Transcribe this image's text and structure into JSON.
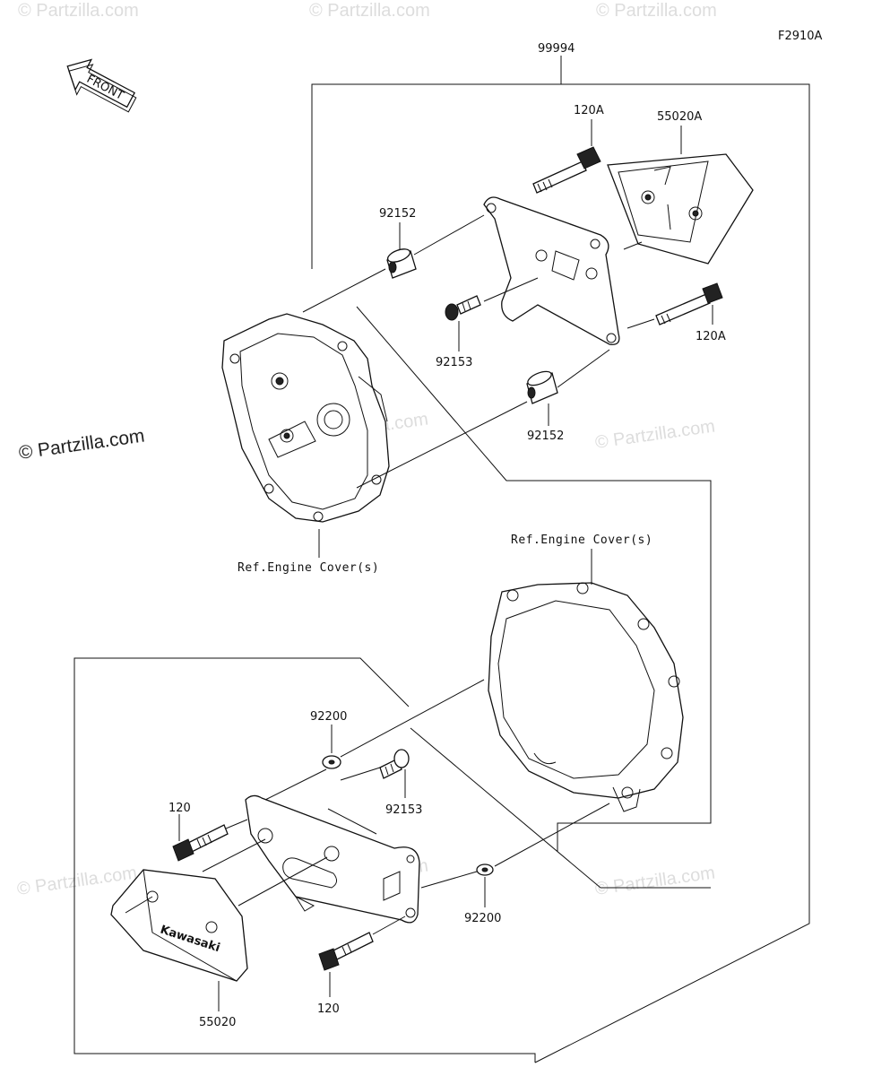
{
  "diagram": {
    "figure_id": "F2910A",
    "front_label": "FRONT",
    "labels": {
      "assembly": "99994",
      "bolt_upper_1": "120A",
      "slider_upper": "55020A",
      "collar_upper_1": "92152",
      "screw_upper": "92153",
      "bolt_upper_2": "120A",
      "collar_upper_2": "92152",
      "ref_cover_left": "Ref.Engine Cover(s)",
      "ref_cover_right": "Ref.Engine Cover(s)",
      "washer_lower_1": "92200",
      "screw_lower": "92153",
      "bolt_lower_1": "120",
      "washer_lower_2": "92200",
      "slider_lower": "55020",
      "bolt_lower_2": "120"
    },
    "slider_brand": "Kawasaki"
  },
  "watermark": {
    "main": "© Partzilla.com",
    "repeat": "© Partzilla.com"
  }
}
